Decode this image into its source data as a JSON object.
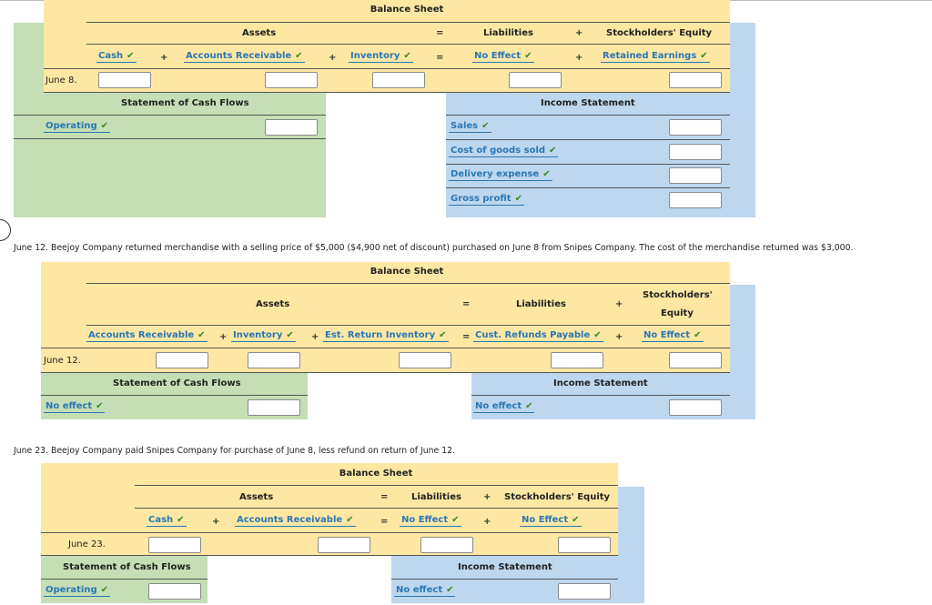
{
  "q1": {
    "date": "June 8.",
    "bs_title": "Balance Sheet",
    "assets": "Assets",
    "liabilities": "Liabilities",
    "equity": "Stockholders' Equity",
    "eq_sign": "=",
    "plus": "+",
    "cash": "Cash",
    "ar": "Accounts Receivable",
    "inventory": "Inventory",
    "liab_sel": "No Effect",
    "re": "Retained Earnings",
    "scf_title": "Statement of Cash Flows",
    "operating": "Operating",
    "is_title": "Income Statement",
    "sales": "Sales",
    "cogs": "Cost of goods sold",
    "delivery": "Delivery expense",
    "gross": "Gross profit"
  },
  "q2": {
    "text": "June 12. Beejoy Company returned merchandise with a selling price of $5,000 ($4,900 net of discount) purchased on June 8 from Snipes Company. The cost of the merchandise returned was $3,000.",
    "date": "June 12.",
    "bs_title": "Balance Sheet",
    "assets": "Assets",
    "liabilities": "Liabilities",
    "equity_line1": "Stockholders'",
    "equity_line2": "Equity",
    "eq_sign": "=",
    "plus": "+",
    "ar": "Accounts Receivable",
    "inventory": "Inventory",
    "est_return": "Est. Return Inventory",
    "cust_refunds": "Cust. Refunds Payable",
    "equity_sel": "No Effect",
    "scf_title": "Statement of Cash Flows",
    "scf_sel": "No effect",
    "is_title": "Income Statement",
    "is_sel": "No effect"
  },
  "q3": {
    "text": "June 23. Beejoy Company paid Snipes Company for purchase of June 8, less refund on return of June 12.",
    "date": "June 23.",
    "bs_title": "Balance Sheet",
    "assets": "Assets",
    "liabilities": "Liabilities",
    "equity": "Stockholders' Equity",
    "eq_sign": "=",
    "plus": "+",
    "cash": "Cash",
    "ar": "Accounts Receivable",
    "liab_sel": "No Effect",
    "equity_sel": "No Effect",
    "scf_title": "Statement of Cash Flows",
    "operating": "Operating",
    "is_title": "Income Statement",
    "is_sel": "No effect"
  },
  "check_glyph": "✔",
  "colors": {
    "green_panel": "#c5deb5",
    "yellow_panel": "#fde7a3",
    "blue_panel": "#bdd7ee",
    "link_blue": "#2a77b5",
    "check_green": "#3a8a22"
  }
}
